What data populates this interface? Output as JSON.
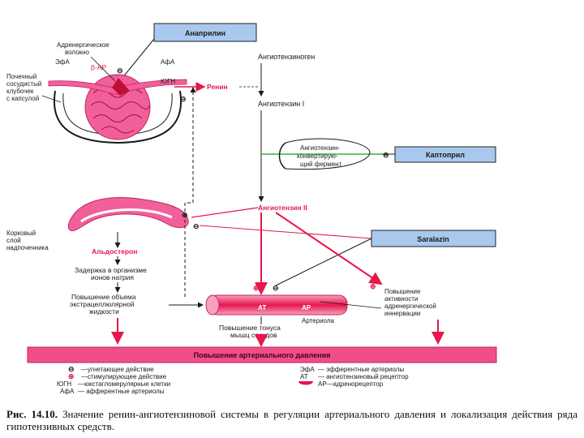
{
  "drugs": {
    "anaprilin": "Анаприлин",
    "kaptopril": "Каптоприл",
    "saralazin": "Saralazin"
  },
  "left": {
    "adrenergic_fiber": [
      "Адренергическое",
      "волокно"
    ],
    "efa": "ЭфА",
    "beta_ar": "β-АР",
    "afa": "АфА",
    "glomerulus": [
      "Почечный",
      "сосудистый",
      "клубочек",
      "с капсулой"
    ],
    "yugn": "ЮГН",
    "cortex": [
      "Корковый",
      "слой",
      "надпочечника"
    ],
    "aldosterone": "Альдостерон",
    "retention": [
      "Задержка в организме",
      "ионов натрия"
    ],
    "volume": [
      "Повышение объема",
      "экстрацеллюлярной",
      "жидкости"
    ]
  },
  "center": {
    "renin": "Ренин",
    "angiotensinogen": "Ангиотензиноген",
    "angiotensin1": "Ангиотензин I",
    "ace": [
      "Ангиотензин-",
      "конвертирую-",
      "щий фермент"
    ],
    "angiotensin2": "Ангиотензин II",
    "at": "АТ",
    "ar": "АР",
    "arteriole": "Артериола",
    "tone": [
      "Повышение тонуса",
      "мышц сосудов"
    ]
  },
  "right": {
    "adrenergic_activity": [
      "Повышение",
      "активности",
      "адренергической",
      "иннервации"
    ]
  },
  "banner": "Повышение артериального давления",
  "symbols": {
    "minus": "⊖",
    "plus": "⊕"
  },
  "legend": {
    "left": [
      {
        "sym": "⊖",
        "text": "—угнетающее действие"
      },
      {
        "sym": "⊕",
        "text": "—стимулирующее действие"
      },
      {
        "sym": "ЮГН",
        "text": "—юкстагломерулярные клетки"
      },
      {
        "sym": "АфА",
        "text": "— афферентные артериолы"
      }
    ],
    "right": [
      {
        "sym": "ЭфА",
        "text": "— эфферентные артериолы"
      },
      {
        "sym": "АТ",
        "text": "— ангиотензиновый рецептор"
      },
      {
        "sym": "",
        "text": "АР—адренорецептор"
      }
    ]
  },
  "caption": {
    "label": "Рис. 14.10.",
    "text": "Значение ренин-ангиотензиновой системы в регуляции артериального давления и локализация действия ряда гипотензивных средств."
  },
  "colors": {
    "red": "#e6174b",
    "pink": "#f2609a",
    "blue_box": "#a9c8ee",
    "green": "#3cb043",
    "banner": "#ee4f8a"
  }
}
